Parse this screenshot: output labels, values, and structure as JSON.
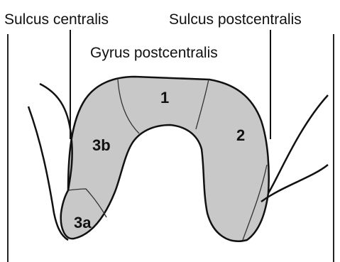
{
  "labels": {
    "sulcus_centralis": "Sulcus centralis",
    "sulcus_postcentralis": "Sulcus postcentralis",
    "gyrus_postcentralis": "Gyrus postcentralis"
  },
  "regions": {
    "area_3a": "3a",
    "area_3b": "3b",
    "area_1": "1",
    "area_2": "2"
  },
  "colors": {
    "gyrus_fill": "#c8c8c8",
    "outline": "#111111",
    "background": "#ffffff",
    "border": "#222222"
  }
}
